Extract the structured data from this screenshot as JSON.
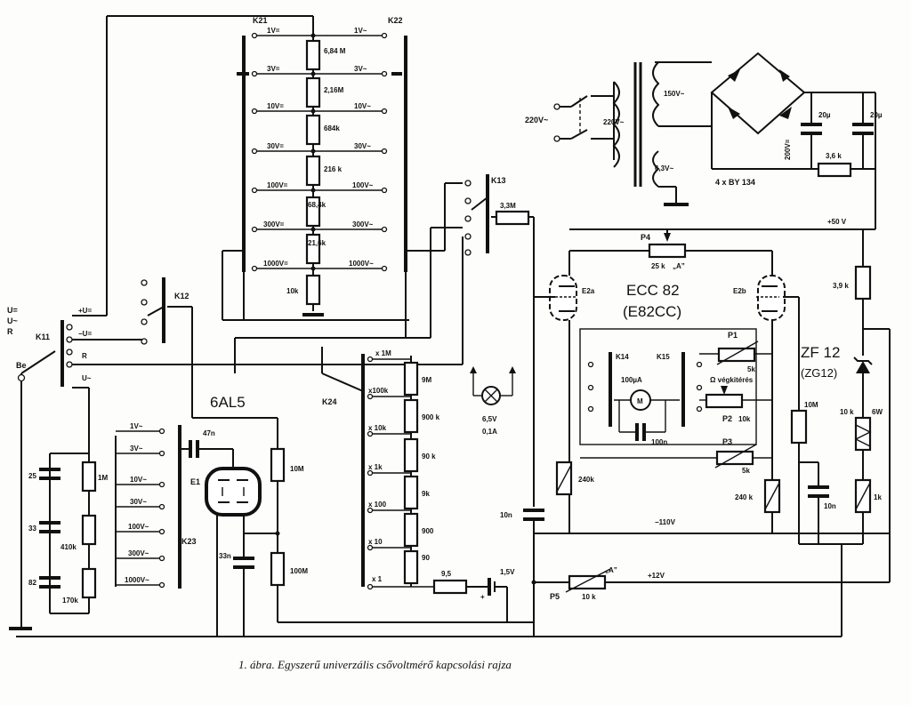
{
  "caption": "1. ábra. Egyszerű univerzális csővoltmérő kapcsolási rajza",
  "switches": {
    "k11": "K11",
    "k12": "K12",
    "k13": "K13",
    "k14": "K14",
    "k15": "K15",
    "k21": "K21",
    "k22": "K22",
    "k23": "K23",
    "k24": "K24"
  },
  "inputs": {
    "u_dc": "U=",
    "u_ac": "U~",
    "r": "R",
    "be": "Be",
    "plus_u": "+U=",
    "minus_u": "−U=",
    "r2": "R",
    "u_ac2": "U~"
  },
  "divider": {
    "ranges": [
      "1V=",
      "3V=",
      "10V=",
      "30V=",
      "100V=",
      "300V=",
      "1000V="
    ],
    "ranges_ac": [
      "1V~",
      "3V~",
      "10V~",
      "30V~",
      "100V~",
      "300V~",
      "1000V~"
    ],
    "resistors": [
      "6,84 M",
      "2,16M",
      "684k",
      "216 k",
      "68,4k",
      "21,6k",
      "10k"
    ]
  },
  "ohm_ranges": {
    "ranges": [
      "x 1M",
      "x100k",
      "x 10k",
      "x 1k",
      "x 100",
      "x 10",
      "x 1"
    ],
    "resistors": [
      "9M",
      "900 k",
      "90 k",
      "9k",
      "900",
      "90"
    ],
    "series_r": "9,5",
    "battery": "1,5V"
  },
  "ac_section": {
    "tube": "6AL5",
    "e1": "E1",
    "c_in": "47n",
    "c_33": "33n",
    "r_10m": "10M",
    "r_100m": "100M",
    "ranges": [
      "1V~",
      "3V~",
      "10V~",
      "30V~",
      "100V~",
      "300V~",
      "1000V~"
    ],
    "caps": [
      "25",
      "33",
      "82"
    ],
    "resistors": [
      "1M",
      "410k",
      "170k"
    ]
  },
  "supply": {
    "mains": "220V~",
    "primary": "220V~",
    "sec_hv": "150V~",
    "sec_fil": "6,3V~",
    "rectifier": "4 x BY 134",
    "c1": "20µ",
    "c2": "20µ",
    "r": "3,6 k",
    "v200": "200V=",
    "plus50": "+50 V",
    "minus110": "−110V",
    "plus12": "+12V"
  },
  "amplifier": {
    "tube": "ECC 82",
    "tube_alt": "(E82CC)",
    "e2a": "E2a",
    "e2b": "E2b",
    "p4": "P4",
    "p4_val": "25 k",
    "p4_tag": "„A”",
    "p1": "P1",
    "p1_val": "5k",
    "p2": "P2",
    "p2_val": "10k",
    "p2_note": "Ω végkitérés",
    "p3": "P3",
    "p3_val": "5k",
    "meter": "100µA",
    "meter_m": "M",
    "c_meter": "100n",
    "r_240a": "240k",
    "r_240b": "240 k",
    "r_10m": "10M",
    "c_10n": "10n",
    "c_10n_b": "10n",
    "r_3m3": "3,3M",
    "zener": "ZF 12",
    "zener_alt": "(ZG12)",
    "r_3k9": "3,9 k",
    "r_10k": "10 k",
    "r_6w": "6W",
    "r_1k": "1k",
    "p5": "P5",
    "p5_val": "10 k",
    "p5_tag": "„A”",
    "lamp": "6,5V",
    "lamp_i": "0,1A"
  }
}
